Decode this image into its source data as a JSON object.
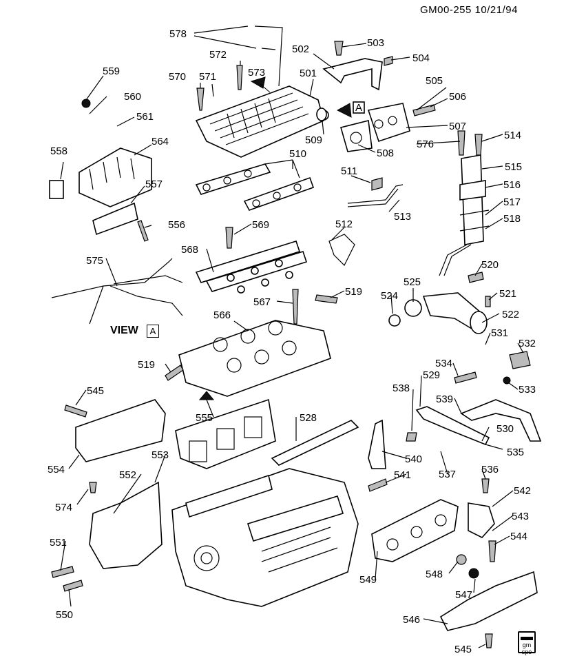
{
  "header": {
    "code": "GM00-255 10/21/94"
  },
  "view_label": {
    "text": "VIEW",
    "marker": "A"
  },
  "arrow_marker": "A",
  "logo": {
    "line1": "gm",
    "line2": "spo"
  },
  "callouts": [
    {
      "id": "578",
      "label": "578"
    },
    {
      "id": "572",
      "label": "572"
    },
    {
      "id": "573",
      "label": "573"
    },
    {
      "id": "570",
      "label": "570"
    },
    {
      "id": "571",
      "label": "571"
    },
    {
      "id": "559",
      "label": "559"
    },
    {
      "id": "560",
      "label": "560"
    },
    {
      "id": "561",
      "label": "561"
    },
    {
      "id": "564",
      "label": "564"
    },
    {
      "id": "558",
      "label": "558"
    },
    {
      "id": "557",
      "label": "557"
    },
    {
      "id": "556",
      "label": "556"
    },
    {
      "id": "502",
      "label": "502"
    },
    {
      "id": "503",
      "label": "503"
    },
    {
      "id": "504",
      "label": "504"
    },
    {
      "id": "501",
      "label": "501"
    },
    {
      "id": "505",
      "label": "505"
    },
    {
      "id": "506",
      "label": "506"
    },
    {
      "id": "507",
      "label": "507"
    },
    {
      "id": "509",
      "label": "509"
    },
    {
      "id": "508",
      "label": "508"
    },
    {
      "id": "576",
      "label": "576"
    },
    {
      "id": "514",
      "label": "514"
    },
    {
      "id": "510",
      "label": "510"
    },
    {
      "id": "515",
      "label": "515"
    },
    {
      "id": "516",
      "label": "516"
    },
    {
      "id": "517",
      "label": "517"
    },
    {
      "id": "518",
      "label": "518"
    },
    {
      "id": "511",
      "label": "511"
    },
    {
      "id": "513",
      "label": "513"
    },
    {
      "id": "512",
      "label": "512"
    },
    {
      "id": "569",
      "label": "569"
    },
    {
      "id": "568",
      "label": "568"
    },
    {
      "id": "575",
      "label": "575"
    },
    {
      "id": "520",
      "label": "520"
    },
    {
      "id": "521",
      "label": "521"
    },
    {
      "id": "525",
      "label": "525"
    },
    {
      "id": "524",
      "label": "524"
    },
    {
      "id": "522",
      "label": "522"
    },
    {
      "id": "567",
      "label": "567"
    },
    {
      "id": "519",
      "label": "519"
    },
    {
      "id": "566",
      "label": "566"
    },
    {
      "id": "531",
      "label": "531"
    },
    {
      "id": "532",
      "label": "532"
    },
    {
      "id": "534",
      "label": "534"
    },
    {
      "id": "533",
      "label": "533"
    },
    {
      "id": "519b",
      "label": "519"
    },
    {
      "id": "529",
      "label": "529"
    },
    {
      "id": "538",
      "label": "538"
    },
    {
      "id": "539",
      "label": "539"
    },
    {
      "id": "545",
      "label": "545"
    },
    {
      "id": "555",
      "label": "555"
    },
    {
      "id": "528",
      "label": "528"
    },
    {
      "id": "530",
      "label": "530"
    },
    {
      "id": "535",
      "label": "535"
    },
    {
      "id": "540",
      "label": "540"
    },
    {
      "id": "554",
      "label": "554"
    },
    {
      "id": "553",
      "label": "553"
    },
    {
      "id": "537",
      "label": "537"
    },
    {
      "id": "536",
      "label": "536"
    },
    {
      "id": "552",
      "label": "552"
    },
    {
      "id": "541",
      "label": "541"
    },
    {
      "id": "574",
      "label": "574"
    },
    {
      "id": "542",
      "label": "542"
    },
    {
      "id": "543",
      "label": "543"
    },
    {
      "id": "551",
      "label": "551"
    },
    {
      "id": "544",
      "label": "544"
    },
    {
      "id": "548",
      "label": "548"
    },
    {
      "id": "549",
      "label": "549"
    },
    {
      "id": "547",
      "label": "547"
    },
    {
      "id": "550",
      "label": "550"
    },
    {
      "id": "546",
      "label": "546"
    },
    {
      "id": "545b",
      "label": "545"
    }
  ]
}
